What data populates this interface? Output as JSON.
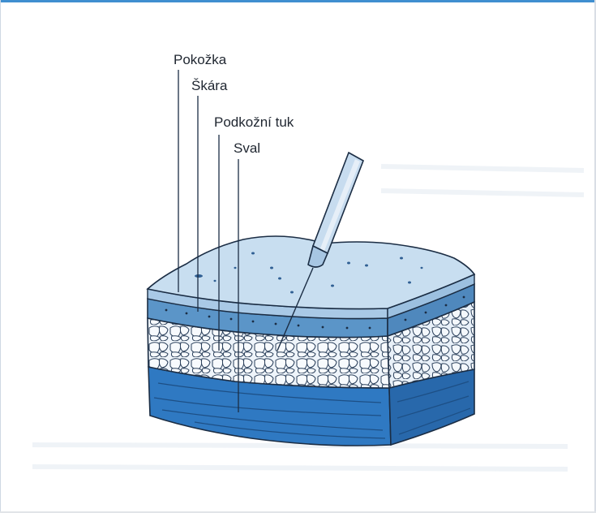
{
  "labels": {
    "epidermis": "Pokožka",
    "dermis": "Škára",
    "subcutaneous_fat": "Podkožní tuk",
    "muscle": "Sval"
  },
  "colors": {
    "top_surface": "#c8def0",
    "dermis_band": "#5b95c8",
    "fat_fill": "#eef4fa",
    "muscle": "#2f79c2",
    "outline": "#1b2d44",
    "frame_accent": "#3f8fd0"
  }
}
